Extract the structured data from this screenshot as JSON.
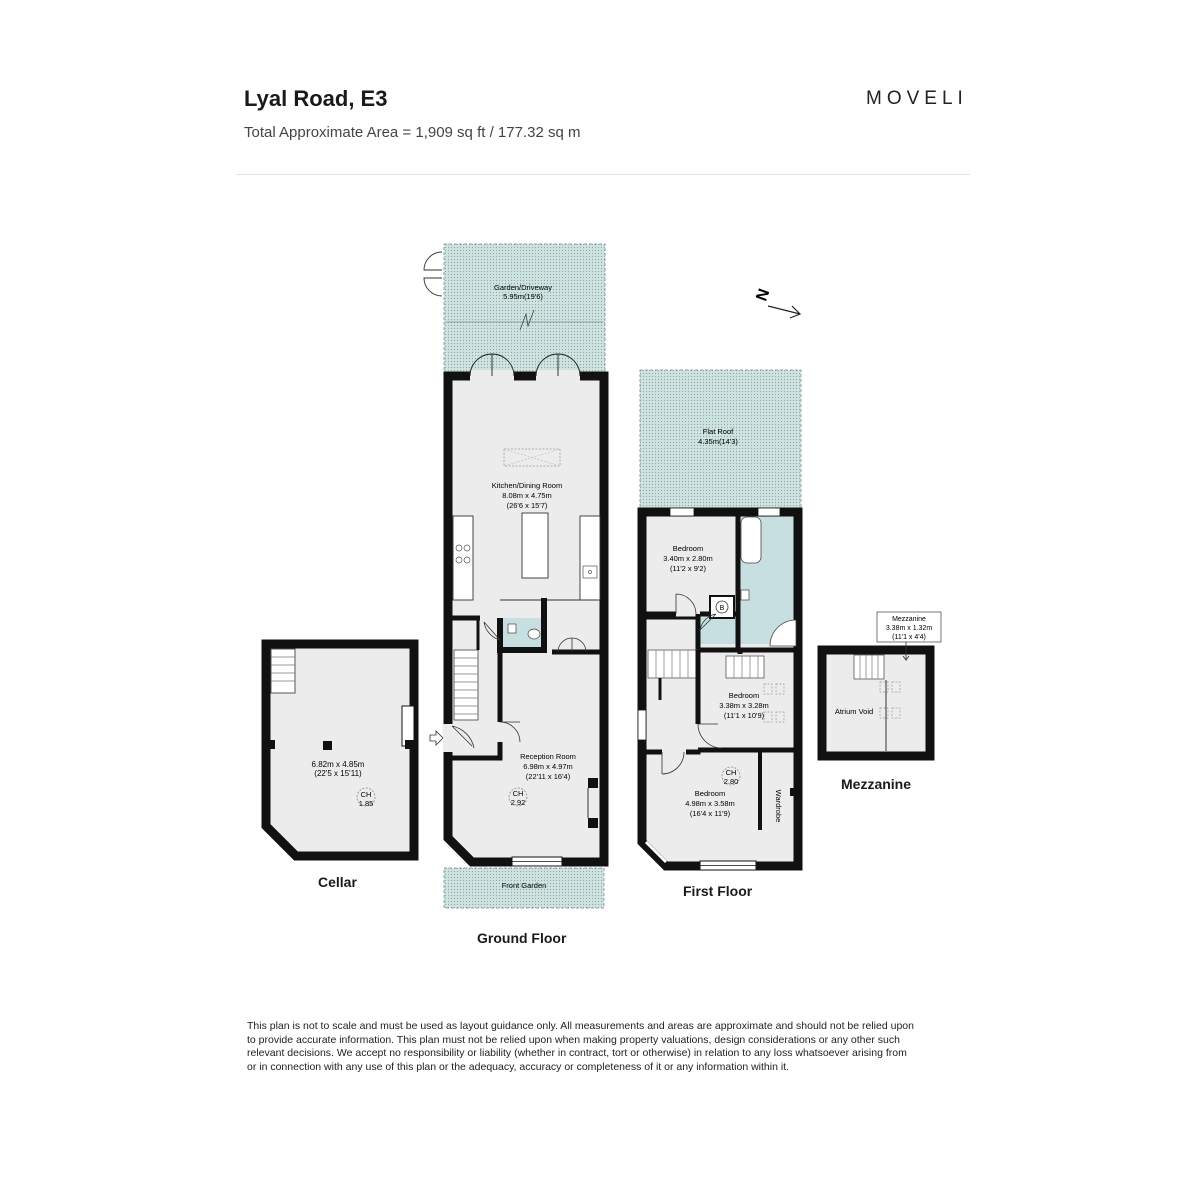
{
  "header": {
    "title": "Lyal Road, E3",
    "subtitle": "Total Approximate Area = 1,909 sq ft / 177.32 sq m",
    "logo": "MOVELI"
  },
  "colors": {
    "wall": "#111111",
    "outdoor_fill": "#cfe3e1",
    "bathroom_fill": "#c8dfe2",
    "room_fill": "#ececec"
  },
  "compass": {
    "icon": "north-arrow-icon",
    "label": "N"
  },
  "ground_floor": {
    "label": "Ground Floor",
    "garden": {
      "name": "Garden/Driveway",
      "dim": "5.95m(19'6)"
    },
    "kitchen": {
      "name": "Kitchen/Dining Room",
      "dim_m": "8.08m x 4.75m",
      "dim_ft": "(26'6 x 15'7)"
    },
    "reception": {
      "name": "Reception Room",
      "dim_m": "6.98m x 4.97m",
      "dim_ft": "(22'11 x 16'4)",
      "ch_label": "CH",
      "ch_value": "2.92"
    },
    "front_garden": {
      "name": "Front Garden"
    }
  },
  "cellar": {
    "label": "Cellar",
    "dim_m": "6.82m x 4.85m",
    "dim_ft": "(22'5 x 15'11)",
    "ch_label": "CH",
    "ch_value": "1.85"
  },
  "first_floor": {
    "label": "First Floor",
    "flat_roof": {
      "name": "Flat Roof",
      "dim": "4.35m(14'3)"
    },
    "bedroom_rear": {
      "name": "Bedroom",
      "dim_m": "3.40m x 2.80m",
      "dim_ft": "(11'2 x 9'2)"
    },
    "boiler": "B",
    "bedroom_mid": {
      "name": "Bedroom",
      "dim_m": "3.38m x 3.28m",
      "dim_ft": "(11'1 x 10'9)"
    },
    "bedroom_front": {
      "name": "Bedroom",
      "dim_m": "4.98m x 3.58m",
      "dim_ft": "(16'4 x 11'9)",
      "ch_label": "CH",
      "ch_value": "2.80"
    },
    "wardrobe": "Wardrobe"
  },
  "mezzanine": {
    "label": "Mezzanine",
    "callout_name": "Mezzanine",
    "callout_dim_m": "3.38m x 1.32m",
    "callout_dim_ft": "(11'1 x 4'4)",
    "atrium": "Atrium Void"
  },
  "disclaimer": "This plan is not to scale and must be used as layout guidance only. All measurements and areas are approximate and should not be relied upon to provide accurate information. This plan must not be relied upon when making property valuations, design considerations or any other such relevant decisions. We accept no responsibility or liability (whether in contract, tort or otherwise) in relation to any loss whatsoever arising from or in connection with any use of this plan or the adequacy, accuracy or completeness of it or any information within it."
}
